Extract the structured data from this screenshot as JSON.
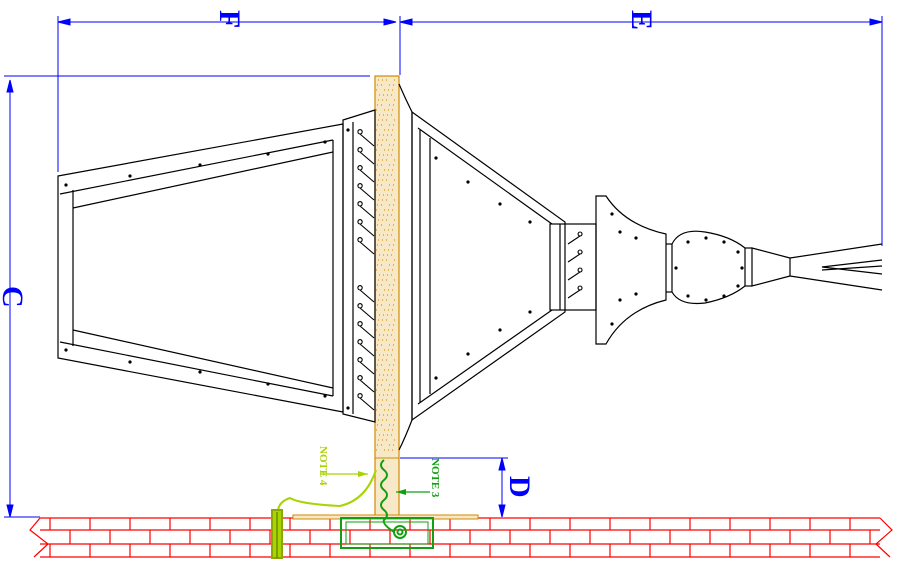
{
  "dimensions": {
    "F": "F",
    "E": "E",
    "C": "C",
    "D": "D"
  },
  "notes": {
    "note3": "NOTE 3",
    "note4": "NOTE 4"
  },
  "colors": {
    "dimension": "#0000ff",
    "outline": "#000000",
    "wall": "#d08a00",
    "wall_fill": "#f7e9c8",
    "ground": "#ff0000",
    "note3": "#12a012",
    "note4": "#a8d400"
  }
}
